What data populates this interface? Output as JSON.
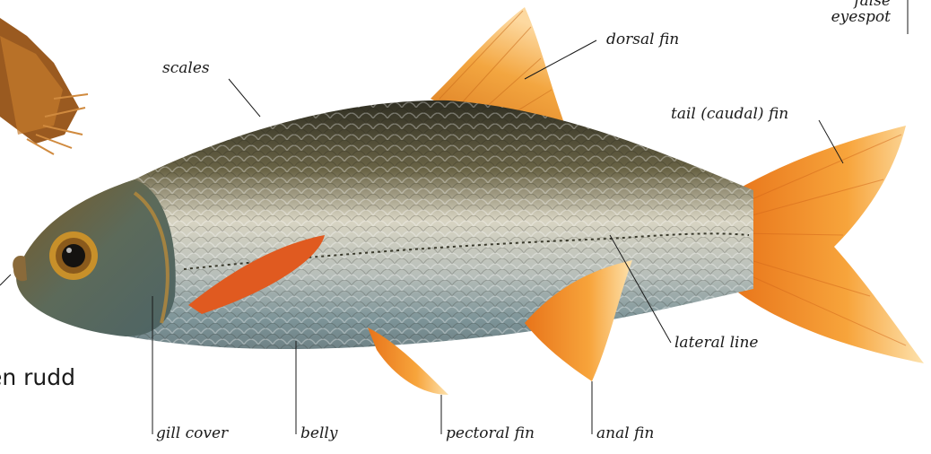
{
  "labels": {
    "scales": "scales",
    "dorsal_fin": "dorsal fin",
    "tail_fin": "tail (caudal) fin",
    "lateral_line": "lateral line",
    "gill_cover": "gill cover",
    "belly": "belly",
    "pectoral_fin": "pectoral fin",
    "anal_fin": "anal fin",
    "false_eyespot_line1": "false",
    "false_eyespot_line2": "eyespot",
    "species_partial": "len rudd"
  },
  "colors": {
    "fin_orange": "#f08a1e",
    "fin_light": "#fcd38a",
    "back_dark": "#3c3a26",
    "flank_silver": "#d8d8cc",
    "belly_blue": "#8fa3a8",
    "eye_ring": "#c8902a"
  }
}
